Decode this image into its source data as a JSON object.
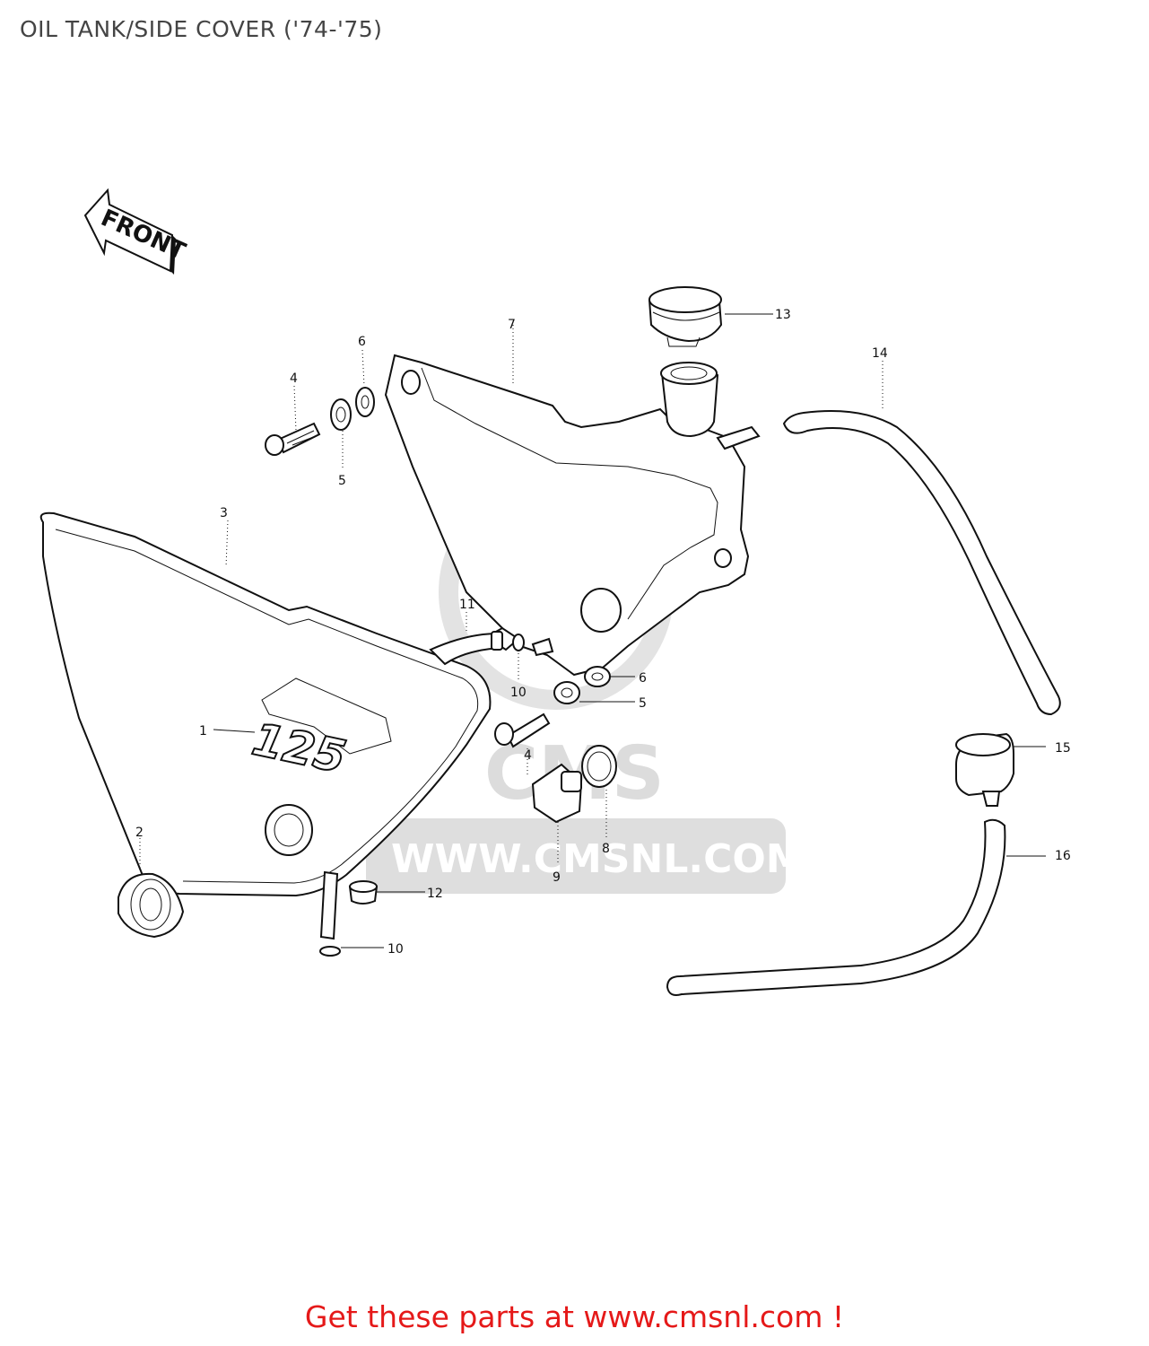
{
  "title": "OIL TANK/SIDE COVER ('74-'75)",
  "front_label": "FRONT",
  "emblem_text": "125",
  "watermark": {
    "brand": "CMS",
    "url": "WWW.CMSNL.COM"
  },
  "callouts": {
    "p1": "1",
    "p2": "2",
    "p3": "3",
    "p4a": "4",
    "p4b": "4",
    "p5a": "5",
    "p5b": "5",
    "p6a": "6",
    "p6b": "6",
    "p7": "7",
    "p8": "8",
    "p9": "9",
    "p10a": "10",
    "p10b": "10",
    "p11": "11",
    "p12": "12",
    "p13": "13",
    "p14": "14",
    "p15": "15",
    "p16": "16"
  },
  "footer": {
    "link_text": "Get these parts at www.cmsnl.com !",
    "color": "#e51919"
  }
}
